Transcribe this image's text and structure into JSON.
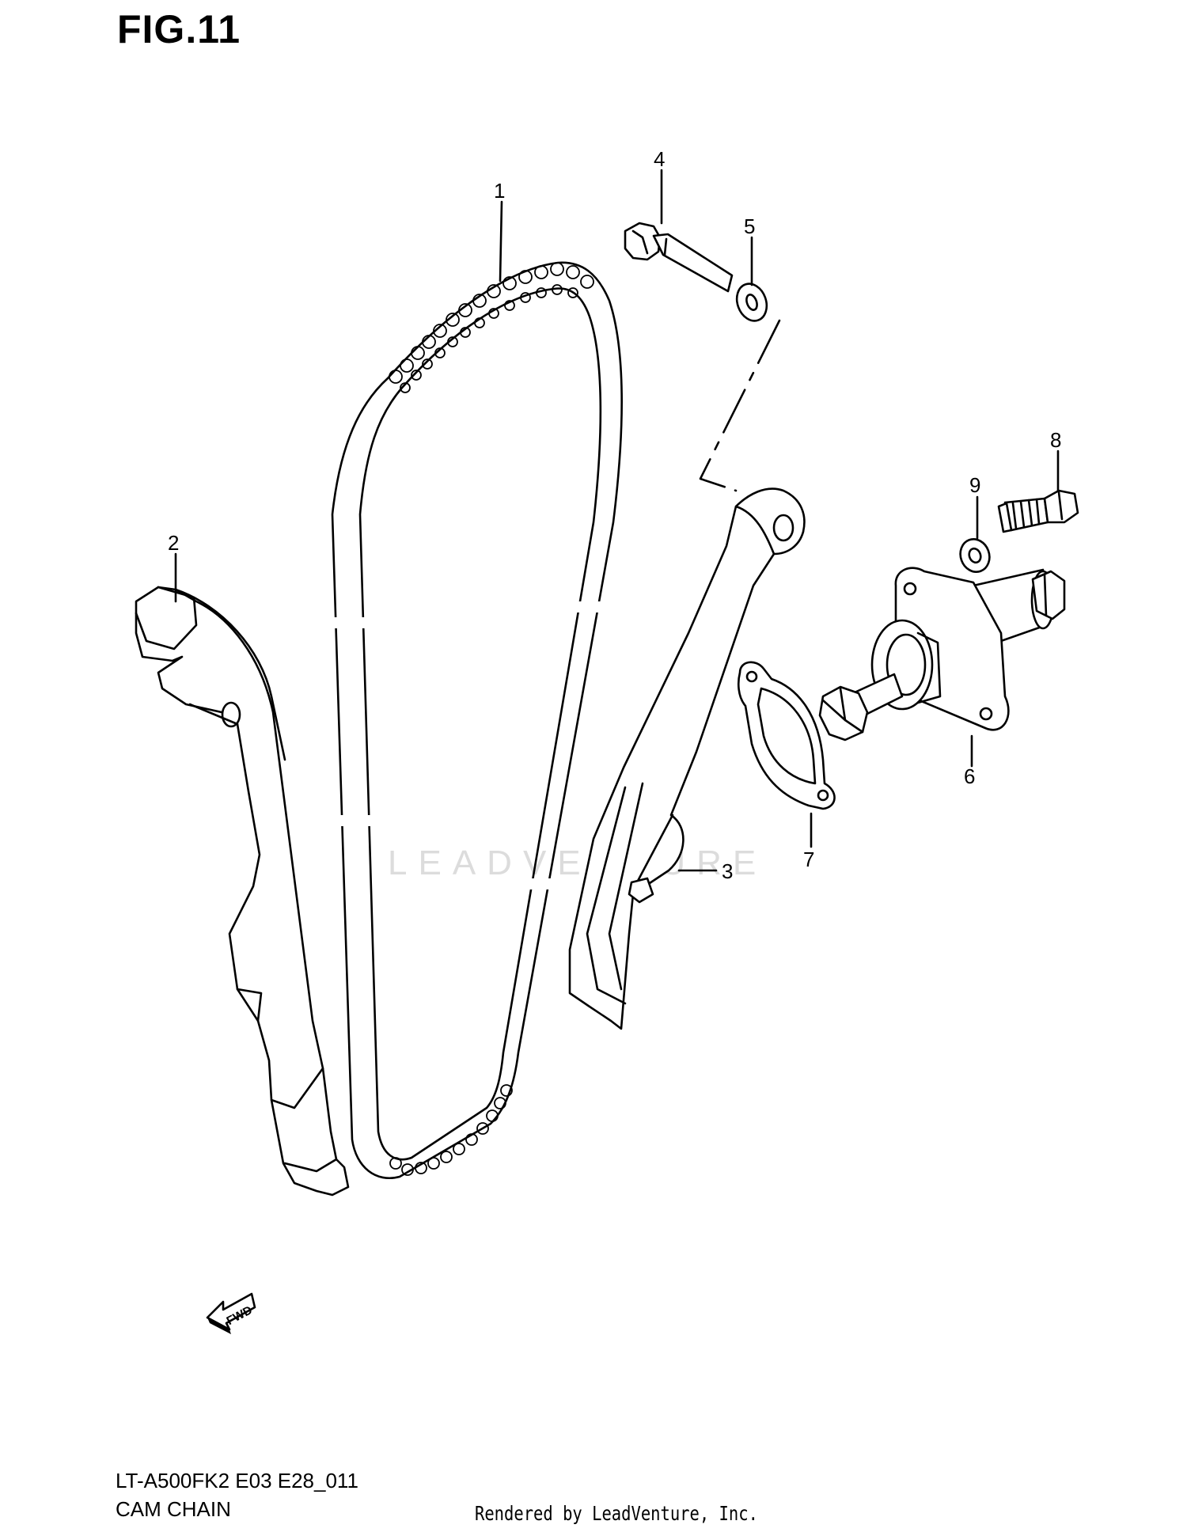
{
  "figure": {
    "title": "FIG.11",
    "model_code": "LT-A500FK2 E03 E28_011",
    "section_name": "CAM CHAIN",
    "credit": "Rendered by LeadVenture, Inc.",
    "watermark": "LEADVENTURE",
    "fwd_label": "FWD"
  },
  "parts": [
    {
      "number": "1",
      "item": "cam-chain"
    },
    {
      "number": "2",
      "item": "front-chain-guide"
    },
    {
      "number": "3",
      "item": "chain-tensioner-arm"
    },
    {
      "number": "4",
      "item": "pivot-bolt"
    },
    {
      "number": "5",
      "item": "washer"
    },
    {
      "number": "6",
      "item": "cam-chain-tensioner"
    },
    {
      "number": "7",
      "item": "gasket"
    },
    {
      "number": "8",
      "item": "bolt"
    },
    {
      "number": "9",
      "item": "washer"
    }
  ]
}
